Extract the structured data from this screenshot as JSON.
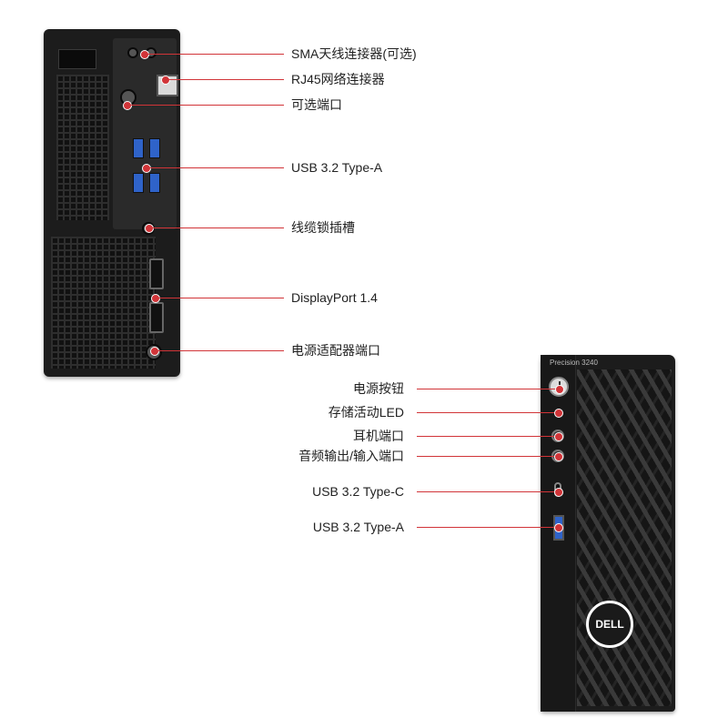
{
  "back_view": {
    "ports": [
      {
        "label": "SMA天线连接器(可选)"
      },
      {
        "label": "RJ45网络连接器"
      },
      {
        "label": "可选端口"
      },
      {
        "label": "USB 3.2 Type-A"
      },
      {
        "label": "线缆锁插槽"
      },
      {
        "label": "DisplayPort 1.4"
      },
      {
        "label": "电源适配器端口"
      }
    ]
  },
  "front_view": {
    "model": "Precision 3240",
    "logo": "DELL",
    "ports": [
      {
        "label": "电源按钮"
      },
      {
        "label": "存储活动LED"
      },
      {
        "label": "耳机端口"
      },
      {
        "label": "音频输出/输入端口"
      },
      {
        "label": "USB 3.2 Type-C"
      },
      {
        "label": "USB 3.2 Type-A"
      }
    ]
  },
  "colors": {
    "leader_line": "#d13438",
    "chassis": "#1c1c1c",
    "usb_port": "#2f63c9",
    "text": "#222222"
  }
}
